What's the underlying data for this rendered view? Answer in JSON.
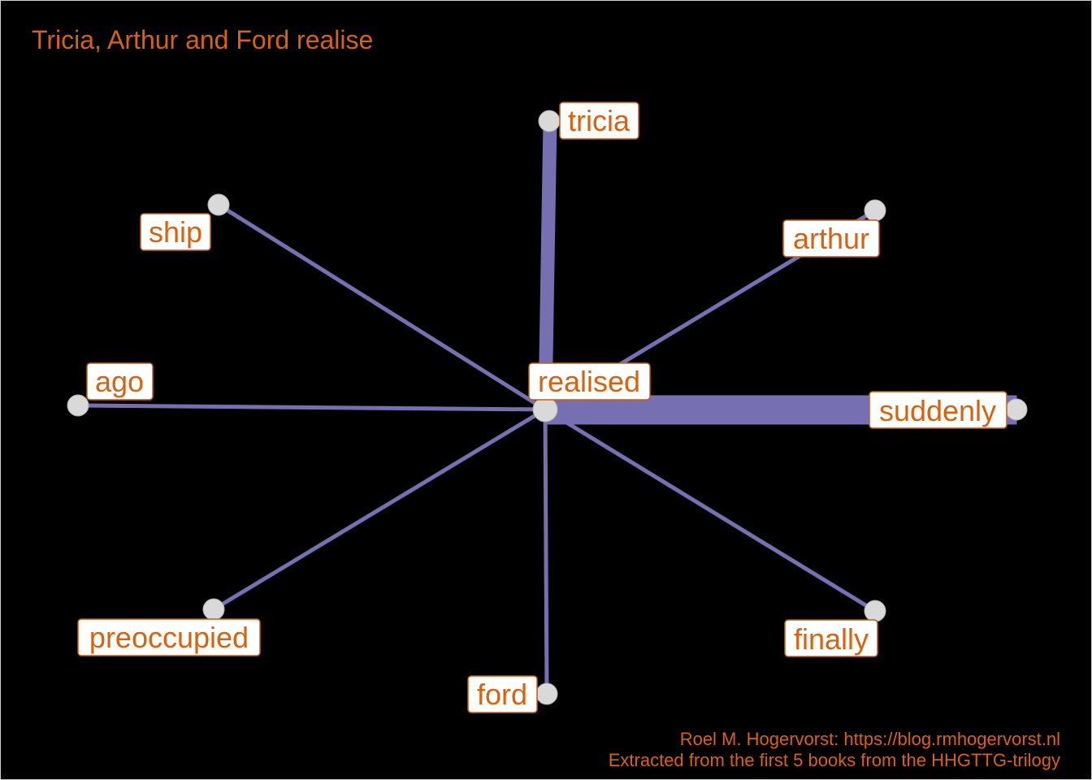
{
  "title": "Tricia, Arthur and Ford realise",
  "caption": {
    "line1": "Roel M. Hogervorst: https://blog.rmhogervorst.nl",
    "line2": "Extracted from the first 5 books from the HHGTTG-trilogy"
  },
  "colors": {
    "background": "#000000",
    "edge": "#7670b3",
    "node": "#d9d9d9",
    "label_text": "#d9620f",
    "label_border": "#c85a10"
  },
  "graph": {
    "center": "realised",
    "nodes": [
      "realised",
      "tricia",
      "ship",
      "arthur",
      "ago",
      "suddenly",
      "preoccupied",
      "ford",
      "finally"
    ],
    "edges": [
      {
        "from": "realised",
        "to": "tricia",
        "weight": "medium"
      },
      {
        "from": "realised",
        "to": "ship",
        "weight": "thin"
      },
      {
        "from": "realised",
        "to": "arthur",
        "weight": "thin"
      },
      {
        "from": "realised",
        "to": "ago",
        "weight": "thin"
      },
      {
        "from": "realised",
        "to": "suddenly",
        "weight": "thick"
      },
      {
        "from": "realised",
        "to": "preoccupied",
        "weight": "thin"
      },
      {
        "from": "realised",
        "to": "ford",
        "weight": "thin"
      },
      {
        "from": "realised",
        "to": "finally",
        "weight": "thin"
      }
    ]
  }
}
